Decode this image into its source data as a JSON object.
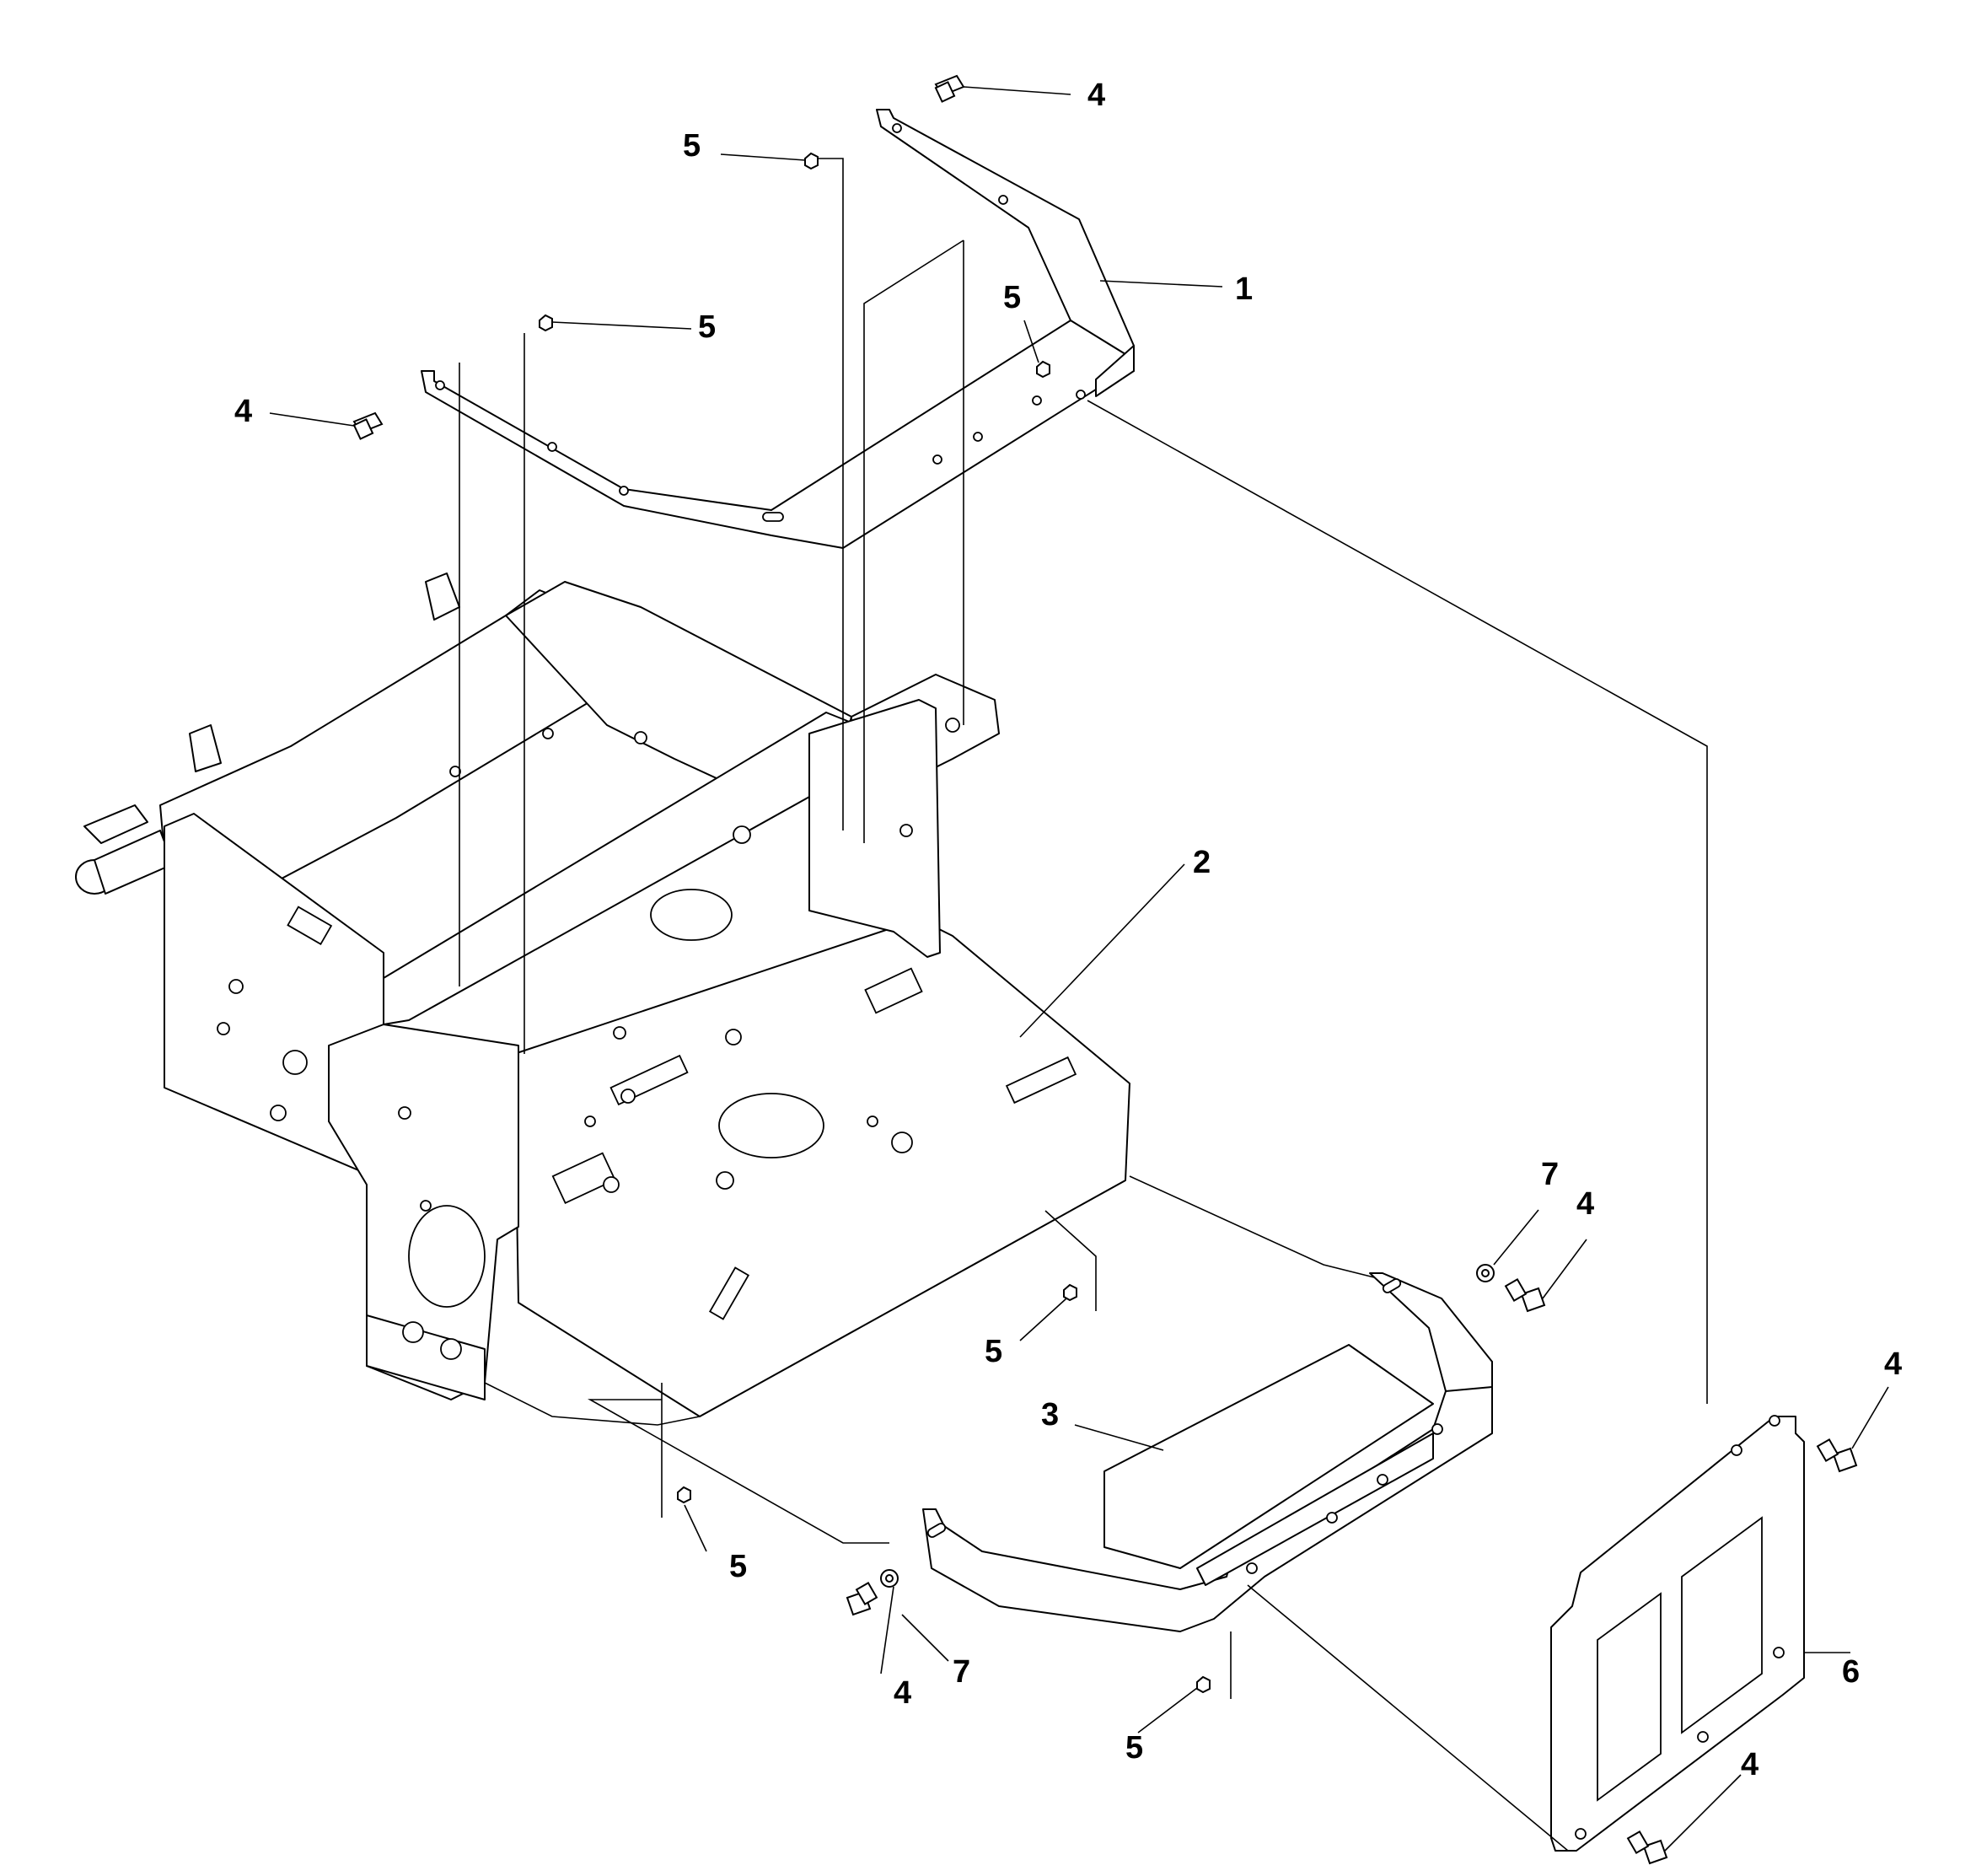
{
  "diagram": {
    "callouts": [
      {
        "id": "c1",
        "text": "1"
      },
      {
        "id": "c2",
        "text": "2"
      },
      {
        "id": "c3",
        "text": "3"
      },
      {
        "id": "c4a",
        "text": "4"
      },
      {
        "id": "c4b",
        "text": "4"
      },
      {
        "id": "c4c",
        "text": "4"
      },
      {
        "id": "c4d",
        "text": "4"
      },
      {
        "id": "c4e",
        "text": "4"
      },
      {
        "id": "c4f",
        "text": "4"
      },
      {
        "id": "c5a",
        "text": "5"
      },
      {
        "id": "c5b",
        "text": "5"
      },
      {
        "id": "c5c",
        "text": "5"
      },
      {
        "id": "c5d",
        "text": "5"
      },
      {
        "id": "c5e",
        "text": "5"
      },
      {
        "id": "c5f",
        "text": "5"
      },
      {
        "id": "c6",
        "text": "6"
      },
      {
        "id": "c7a",
        "text": "7"
      },
      {
        "id": "c7b",
        "text": "7"
      }
    ]
  }
}
